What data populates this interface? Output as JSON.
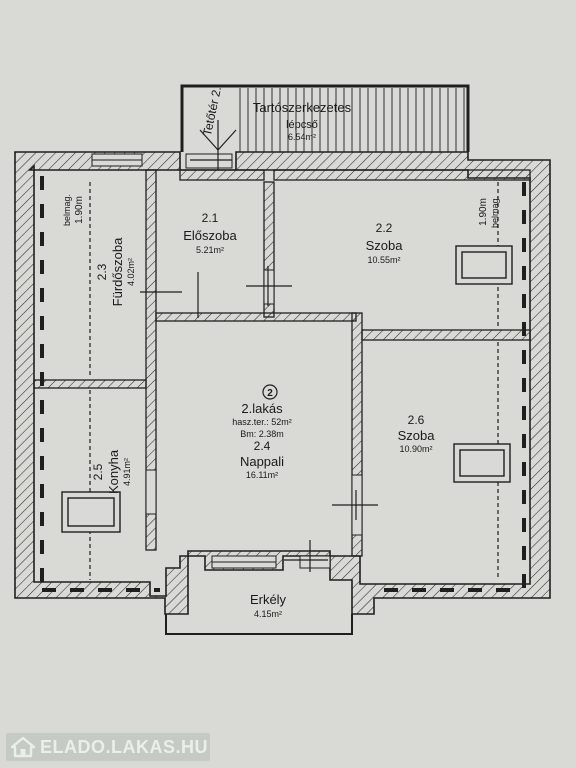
{
  "stair": {
    "title": "Tartószerkezetes",
    "subtitle": "lépcső",
    "area": "6.54m²",
    "attic_label": "Tetőtér 2."
  },
  "rooms": [
    {
      "id": "r21",
      "number": "2.1",
      "name": "Előszoba",
      "area": "5.21m²"
    },
    {
      "id": "r22",
      "number": "2.2",
      "name": "Szoba",
      "area": "10.55m²"
    },
    {
      "id": "r23",
      "number": "2.3",
      "name": "Fürdőszoba",
      "area": "4.02m²"
    },
    {
      "id": "r24",
      "number": "2.4",
      "name": "Nappali",
      "area": "16.11m²"
    },
    {
      "id": "r25",
      "number": "2.5",
      "name": "Konyha",
      "area": "4.91m²"
    },
    {
      "id": "r26",
      "number": "2.6",
      "name": "Szoba",
      "area": "10.90m²"
    },
    {
      "id": "erkely",
      "number": "",
      "name": "Erkély",
      "area": "4.15m²"
    }
  ],
  "apartment": {
    "marker": "2",
    "title": "2.lakás",
    "total": "hasz.ter.: 52m²",
    "height": "Bm: 2.38m"
  },
  "heights": {
    "left": {
      "label": "belmag.",
      "value": "1.90m"
    },
    "right": {
      "label": "belmag.",
      "value": "1.90m"
    }
  },
  "watermark": {
    "text": "ELADO.LAKAS.HU"
  },
  "colors": {
    "line": "#1f1f1f",
    "paper": "#d9d9d6",
    "watermark": "#e9efe9"
  }
}
